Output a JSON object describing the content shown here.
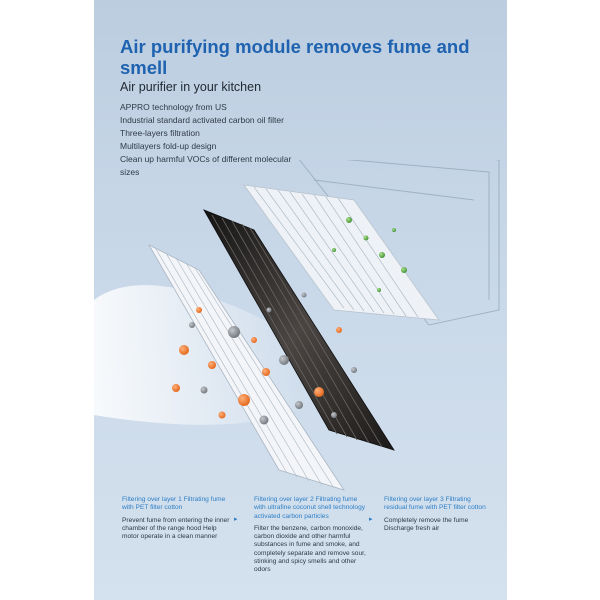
{
  "headline": "Air purifying module removes fume and smell",
  "subhead": "Air purifier in your kitchen",
  "features": [
    "APPRO technology from US",
    "Industrial standard activated carbon oil filter",
    "Three-layers filtration",
    "Multilayers fold-up design",
    "Clean up harmful VOCs of different molecular sizes"
  ],
  "layers": [
    {
      "title": "Filtering over layer 1 Filtrating fume with PET filter cotton",
      "desc": "Prevent fume from entering the inner chamber of the range hood Help motor operate in a clean manner"
    },
    {
      "title": "Filtering over layer 2 Filtrating fume with ultrafine coconut shell technology activated carbon particles",
      "desc": "Filter the benzene, carbon monoxide, carbon dioxide and other harmful substances in fume and smoke, and completely separate and remove sour, stinking and spicy smells and other odors"
    },
    {
      "title": "Filtering over layer 3 Filtrating residual fume with PET filter cotton",
      "desc": "Completely remove the fume Discharge fresh air"
    }
  ],
  "colors": {
    "accent": "#1f63b0",
    "layer_title": "#2d7ec4",
    "particle_orange": "#f07a2c",
    "particle_gray": "#8d9299",
    "particle_green": "#5aa84a"
  },
  "icons": {
    "step_arrow": "▸"
  }
}
